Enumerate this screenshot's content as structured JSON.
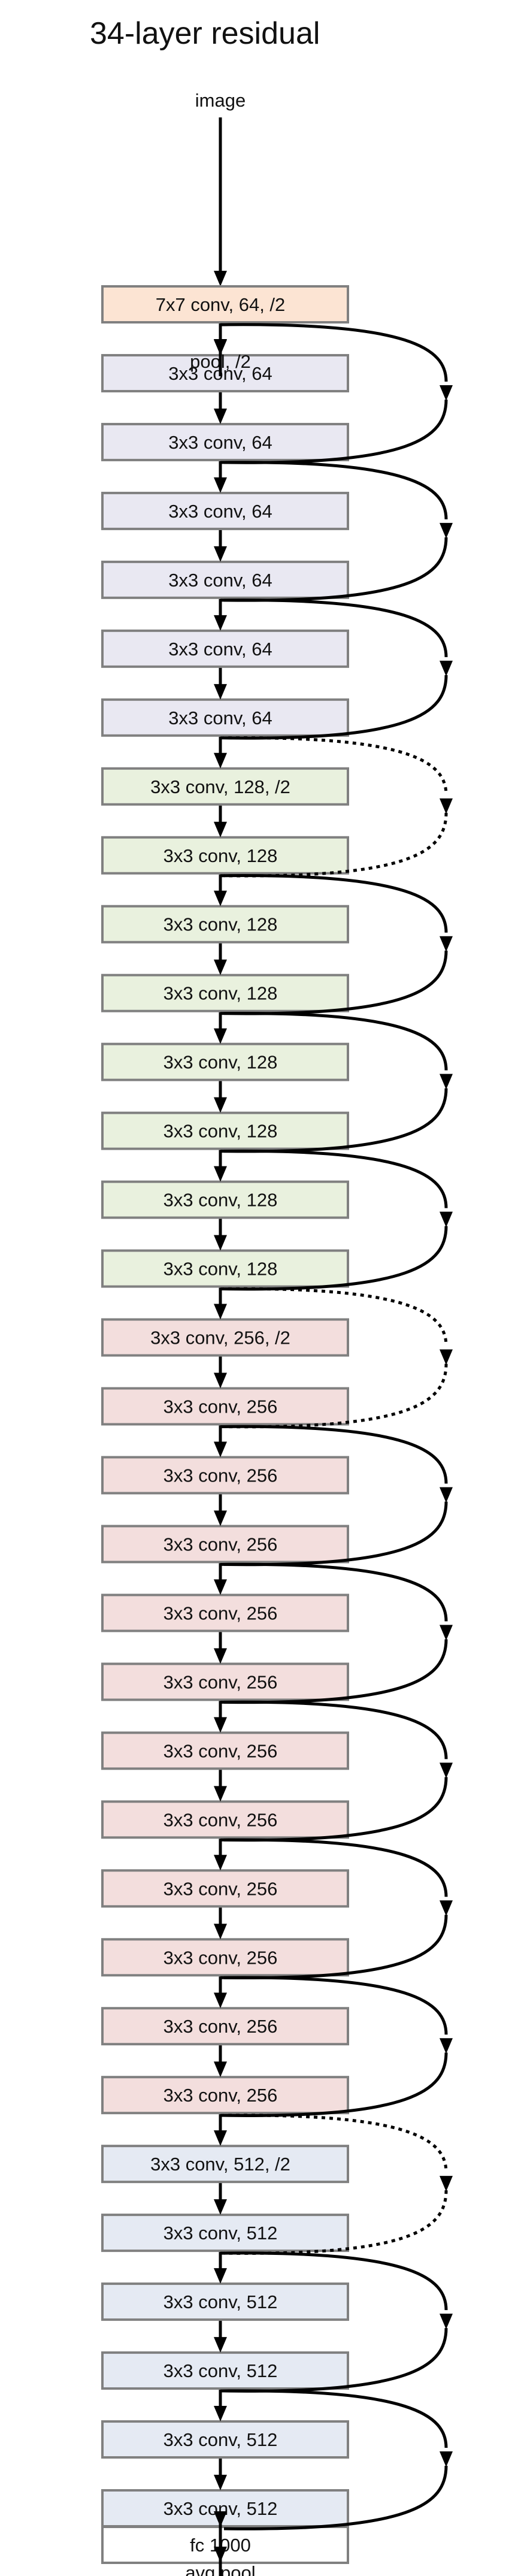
{
  "title": "34-layer residual",
  "input_label": "image",
  "pool_label": "pool, /2",
  "avgpool_label": "avg pool",
  "colors": {
    "first_conv": "#fce4d3",
    "stage64": "#e9e8f2",
    "stage128": "#e9f1de",
    "stage256": "#f3dedd",
    "stage512": "#e5eaf3",
    "fc": "#ffffff",
    "border": "#808080",
    "line": "#000000"
  },
  "layers": [
    {
      "label": "7x7 conv, 64, /2",
      "group": "first_conv"
    },
    {
      "label": "3x3 conv, 64",
      "group": "stage64"
    },
    {
      "label": "3x3 conv, 64",
      "group": "stage64"
    },
    {
      "label": "3x3 conv, 64",
      "group": "stage64"
    },
    {
      "label": "3x3 conv, 64",
      "group": "stage64"
    },
    {
      "label": "3x3 conv, 64",
      "group": "stage64"
    },
    {
      "label": "3x3 conv, 64",
      "group": "stage64"
    },
    {
      "label": "3x3 conv, 128, /2",
      "group": "stage128"
    },
    {
      "label": "3x3 conv, 128",
      "group": "stage128"
    },
    {
      "label": "3x3 conv, 128",
      "group": "stage128"
    },
    {
      "label": "3x3 conv, 128",
      "group": "stage128"
    },
    {
      "label": "3x3 conv, 128",
      "group": "stage128"
    },
    {
      "label": "3x3 conv, 128",
      "group": "stage128"
    },
    {
      "label": "3x3 conv, 128",
      "group": "stage128"
    },
    {
      "label": "3x3 conv, 128",
      "group": "stage128"
    },
    {
      "label": "3x3 conv, 256, /2",
      "group": "stage256"
    },
    {
      "label": "3x3 conv, 256",
      "group": "stage256"
    },
    {
      "label": "3x3 conv, 256",
      "group": "stage256"
    },
    {
      "label": "3x3 conv, 256",
      "group": "stage256"
    },
    {
      "label": "3x3 conv, 256",
      "group": "stage256"
    },
    {
      "label": "3x3 conv, 256",
      "group": "stage256"
    },
    {
      "label": "3x3 conv, 256",
      "group": "stage256"
    },
    {
      "label": "3x3 conv, 256",
      "group": "stage256"
    },
    {
      "label": "3x3 conv, 256",
      "group": "stage256"
    },
    {
      "label": "3x3 conv, 256",
      "group": "stage256"
    },
    {
      "label": "3x3 conv, 256",
      "group": "stage256"
    },
    {
      "label": "3x3 conv, 256",
      "group": "stage256"
    },
    {
      "label": "3x3 conv, 512, /2",
      "group": "stage512"
    },
    {
      "label": "3x3 conv, 512",
      "group": "stage512"
    },
    {
      "label": "3x3 conv, 512",
      "group": "stage512"
    },
    {
      "label": "3x3 conv, 512",
      "group": "stage512"
    },
    {
      "label": "3x3 conv, 512",
      "group": "stage512"
    },
    {
      "label": "3x3 conv, 512",
      "group": "stage512"
    },
    {
      "label": "fc 1000",
      "group": "fc"
    }
  ],
  "shortcuts": [
    {
      "from_layer": 1,
      "to_layer": 3,
      "style": "solid"
    },
    {
      "from_layer": 3,
      "to_layer": 5,
      "style": "solid"
    },
    {
      "from_layer": 5,
      "to_layer": 7,
      "style": "solid"
    },
    {
      "from_layer": 7,
      "to_layer": 9,
      "style": "dashed"
    },
    {
      "from_layer": 9,
      "to_layer": 11,
      "style": "solid"
    },
    {
      "from_layer": 11,
      "to_layer": 13,
      "style": "solid"
    },
    {
      "from_layer": 13,
      "to_layer": 15,
      "style": "solid"
    },
    {
      "from_layer": 15,
      "to_layer": 17,
      "style": "dashed"
    },
    {
      "from_layer": 17,
      "to_layer": 19,
      "style": "solid"
    },
    {
      "from_layer": 19,
      "to_layer": 21,
      "style": "solid"
    },
    {
      "from_layer": 21,
      "to_layer": 23,
      "style": "solid"
    },
    {
      "from_layer": 23,
      "to_layer": 25,
      "style": "solid"
    },
    {
      "from_layer": 25,
      "to_layer": 27,
      "style": "solid"
    },
    {
      "from_layer": 27,
      "to_layer": 29,
      "style": "dashed"
    },
    {
      "from_layer": 29,
      "to_layer": 31,
      "style": "solid"
    },
    {
      "from_layer": 31,
      "to_layer": 33,
      "style": "solid"
    }
  ]
}
